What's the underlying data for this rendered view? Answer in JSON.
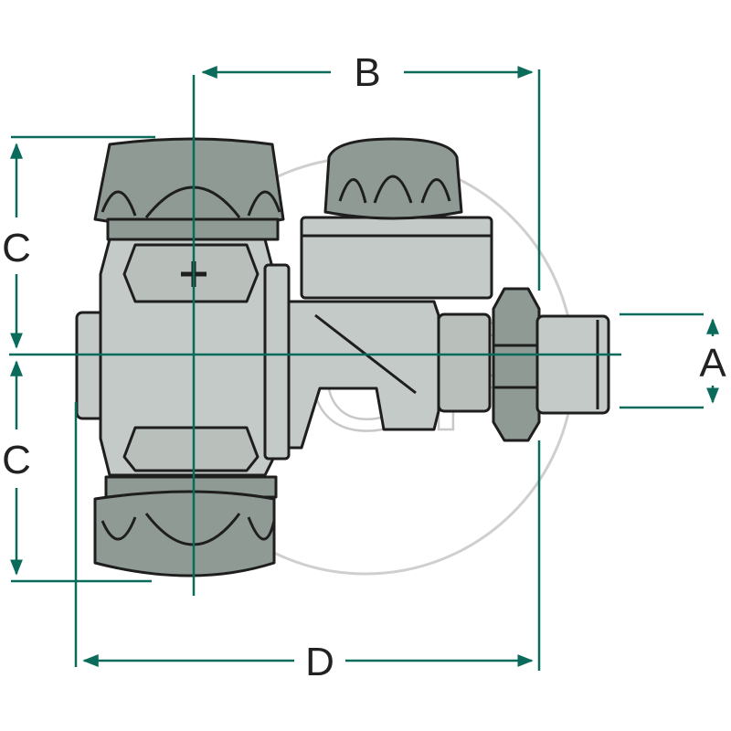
{
  "diagram": {
    "labels": {
      "a": "A",
      "b": "B",
      "c_top": "C",
      "c_bottom": "C",
      "d": "D"
    },
    "watermark": "AGP"
  },
  "colors": {
    "dimension": "#0b6b5b",
    "outline": "#1e1e1e",
    "body_fill": "#c4cac7",
    "nut_fill": "#8e9a93",
    "watermark": "#c8c8c8"
  }
}
